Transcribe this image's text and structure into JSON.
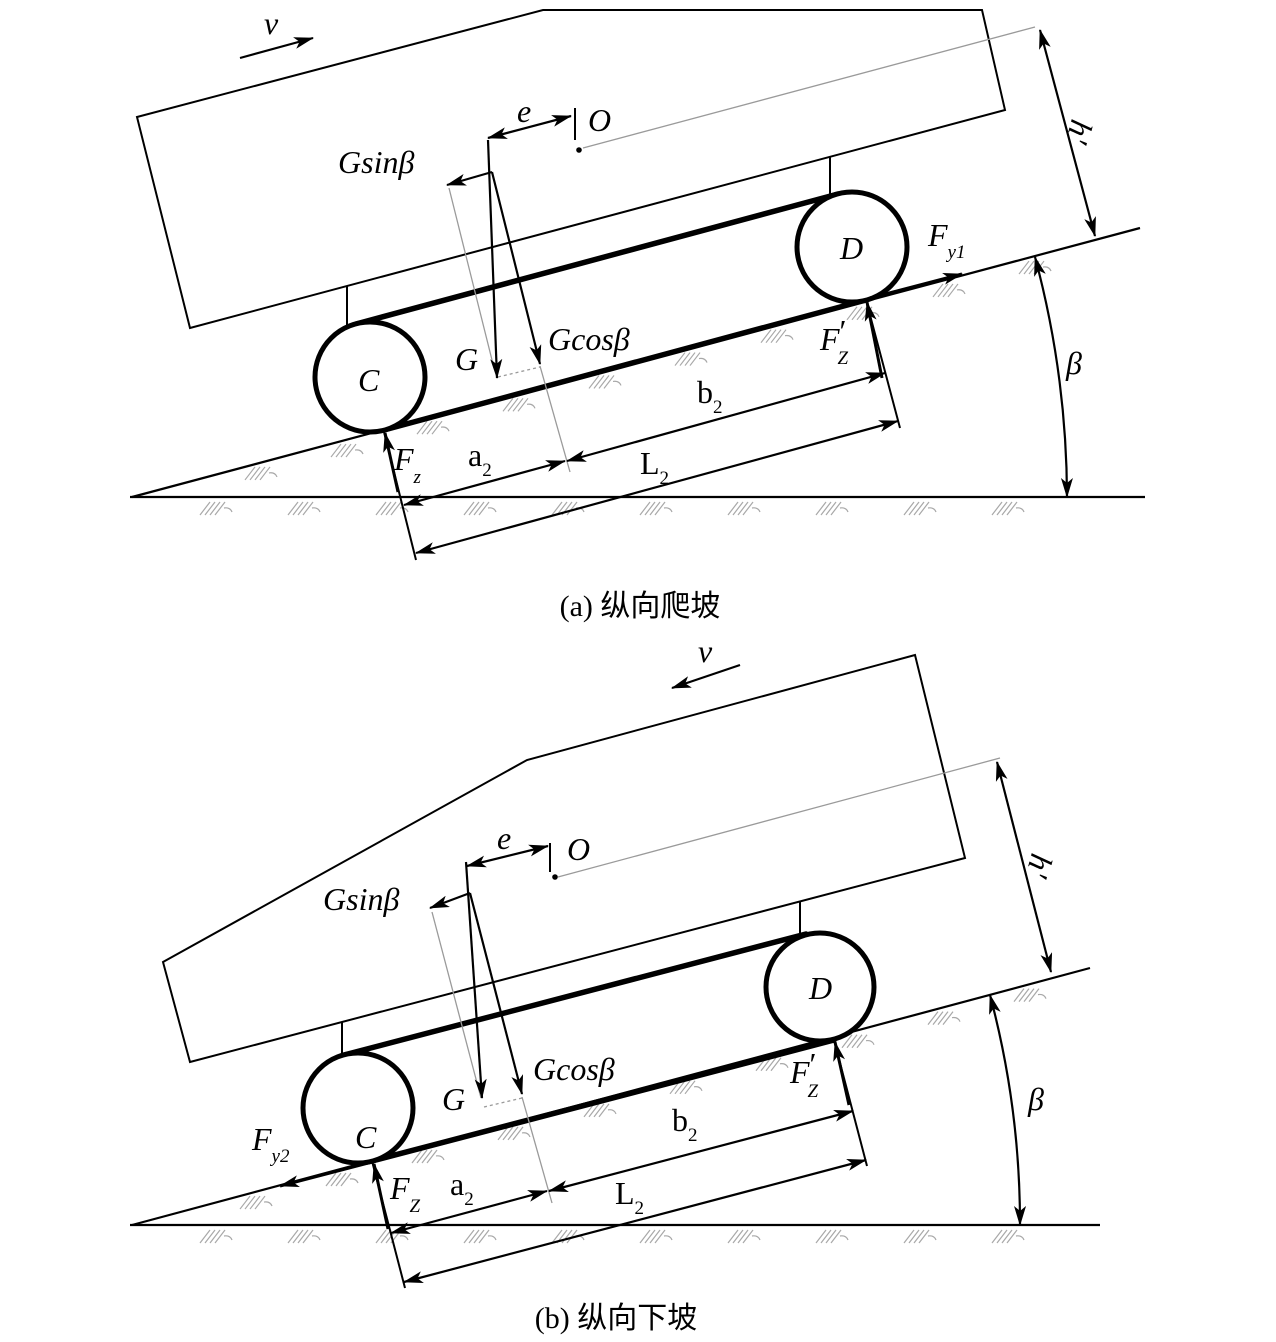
{
  "panel_a": {
    "caption": "(a) 纵向爬坡",
    "labels": {
      "v": "v",
      "e": "e",
      "O": "O",
      "gsin": "Gsinβ",
      "h": "h′",
      "D": "D",
      "fy1": {
        "main": "F",
        "sub": "y1"
      },
      "G": "G",
      "gcos": "Gcosβ",
      "fz_prime": {
        "main": "F",
        "prime": "′",
        "sub": "Z"
      },
      "beta": "β",
      "C": "C",
      "b2": {
        "main": "b",
        "sub": "2"
      },
      "fz": {
        "main": "F",
        "sub": "z"
      },
      "a2": {
        "main": "a",
        "sub": "2"
      },
      "L2": {
        "main": "L",
        "sub": "2"
      }
    }
  },
  "panel_b": {
    "caption": "(b) 纵向下坡",
    "labels": {
      "v": "v",
      "e": "e",
      "O": "O",
      "gsin": "Gsinβ",
      "h": "h′",
      "D": "D",
      "G": "G",
      "gcos": "Gcosβ",
      "fz_prime": {
        "main": "F",
        "prime": "′",
        "sub": "Z"
      },
      "beta": "β",
      "C": "C",
      "fy2": {
        "main": "F",
        "sub": "y2"
      },
      "b2": {
        "main": "b",
        "sub": "2"
      },
      "fz": {
        "main": "F",
        "sub": "Z"
      },
      "a2": {
        "main": "a",
        "sub": "2"
      },
      "L2": {
        "main": "L",
        "sub": "2"
      }
    }
  }
}
